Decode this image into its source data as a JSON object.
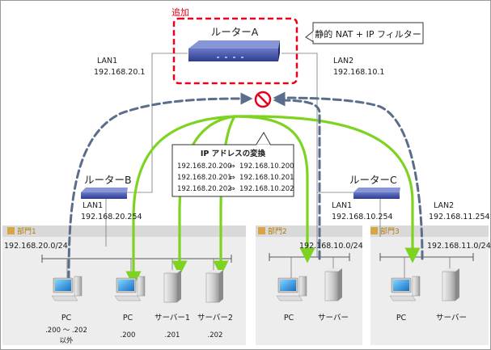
{
  "added_label": "追加",
  "router_a": {
    "name": "ルーターA",
    "callout": "静的 NAT + IP フィルター",
    "lan1_name": "LAN1",
    "lan1_ip": "192.168.20.1",
    "lan2_name": "LAN2",
    "lan2_ip": "192.168.10.1"
  },
  "router_b": {
    "name": "ルーターB",
    "lan1_name": "LAN1",
    "lan1_ip": "192.168.20.254"
  },
  "router_c": {
    "name": "ルーターC",
    "lan1_name": "LAN1",
    "lan1_ip": "192.168.10.254",
    "lan2_name": "LAN2",
    "lan2_ip": "192.168.11.254"
  },
  "nat_box": {
    "title": "IP アドレスの変換",
    "arrow": "⇔",
    "rows": [
      {
        "from": "192.168.20.200",
        "to": "192.168.10.200"
      },
      {
        "from": "192.168.20.201",
        "to": "192.168.10.201"
      },
      {
        "from": "192.168.20.202",
        "to": "192.168.10.202"
      }
    ]
  },
  "depts": [
    {
      "name": "部門1",
      "subnet": "192.168.20.0/24",
      "devices": [
        {
          "label": "PC",
          "ip": ".200 ～ .202",
          "note": "以外"
        },
        {
          "label": "PC",
          "ip": ".200"
        },
        {
          "label": "サーバー1",
          "ip": ".201"
        },
        {
          "label": "サーバー2",
          "ip": ".202"
        }
      ]
    },
    {
      "name": "部門2",
      "subnet": "192.168.10.0/24",
      "devices": [
        {
          "label": "PC"
        },
        {
          "label": "サーバー"
        }
      ]
    },
    {
      "name": "部門3",
      "subnet": "192.168.11.0/24",
      "devices": [
        {
          "label": "PC"
        },
        {
          "label": "サーバー"
        }
      ]
    }
  ],
  "colors": {
    "allowed_flow": "#7ed321",
    "blocked_flow": "#5a6e8c",
    "added_frame": "#e8001c",
    "block_icon": "#e8001c",
    "dept_band": "#d9d9d9",
    "dept_bg": "#ededed"
  }
}
